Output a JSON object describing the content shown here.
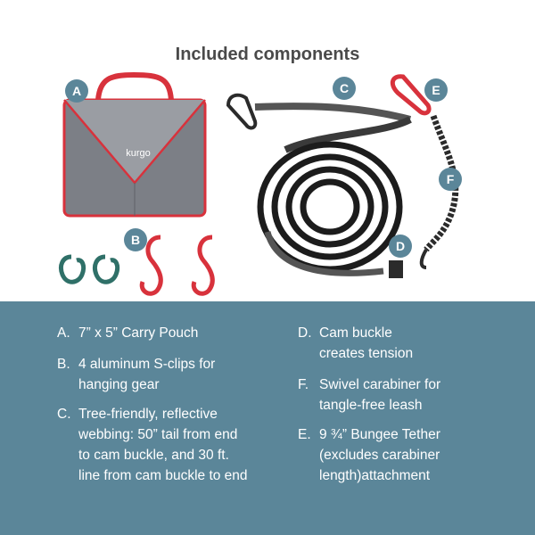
{
  "title": "Included components",
  "badge_color": "#5b8699",
  "panel_color": "#5b8699",
  "brand_text": "kurgo",
  "badges": [
    "A",
    "B",
    "C",
    "D",
    "E",
    "F"
  ],
  "items": {
    "a": {
      "letter": "A.",
      "line1": "7” x 5” Carry Pouch"
    },
    "b": {
      "letter": "B.",
      "line1": "4 aluminum S-clips for",
      "line2": "hanging gear"
    },
    "c": {
      "letter": "C.",
      "line1": "Tree-friendly, reflective",
      "line2": "webbing: 50” tail from end",
      "line3": "to cam buckle, and 30 ft.",
      "line4": "line from cam buckle to end"
    },
    "d": {
      "letter": "D.",
      "line1": "Cam buckle",
      "line2": "creates tension"
    },
    "f": {
      "letter": "F.",
      "line1": "Swivel carabiner for",
      "line2": "tangle-free leash"
    },
    "e": {
      "letter": "E.",
      "line1": "9 ¾” Bungee Tether",
      "line2": "(excludes carabiner",
      "line3": "length)attachment"
    }
  }
}
